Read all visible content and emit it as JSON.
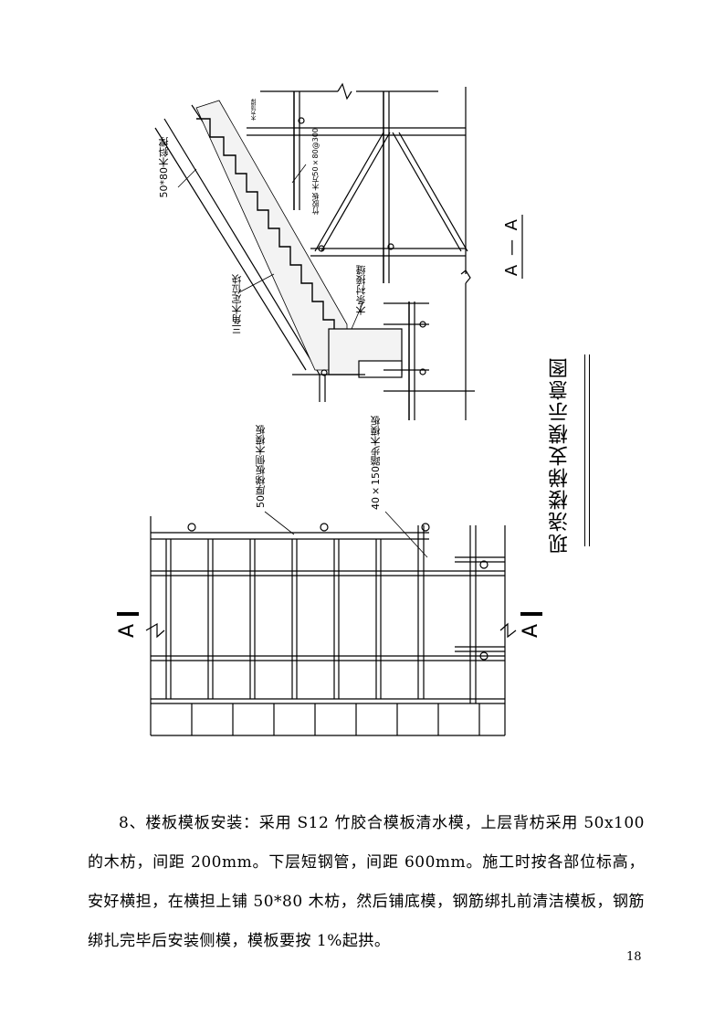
{
  "figure": {
    "title": "现浇楼梯支模示意图",
    "section_label": "A — A",
    "section_mark_left": "A",
    "section_mark_right": "A",
    "labels": {
      "brace": "50*80木斜撑",
      "triangle_block": "三角木定位块",
      "step_board": "木条衬接缝",
      "beam_note": "竹胶板 木方50×80@300",
      "small_note": "木方顶撑",
      "side_board": "50厚梯板侧木模板",
      "riser_board": "40×150踏步木模板"
    }
  },
  "body": {
    "paragraph": "8、楼板模板安装：采用 S12 竹胶合模板清水模，上层背枋采用 50x100 的木枋，间距 200mm。下层短钢管，间距 600mm。施工时按各部位标高，安好横担，在横担上铺 50*80 木枋，然后铺底模，钢筋绑扎前清洁模板，钢筋绑扎完毕后安装侧模，模板要按 1%起拱。"
  },
  "page_number": "18"
}
